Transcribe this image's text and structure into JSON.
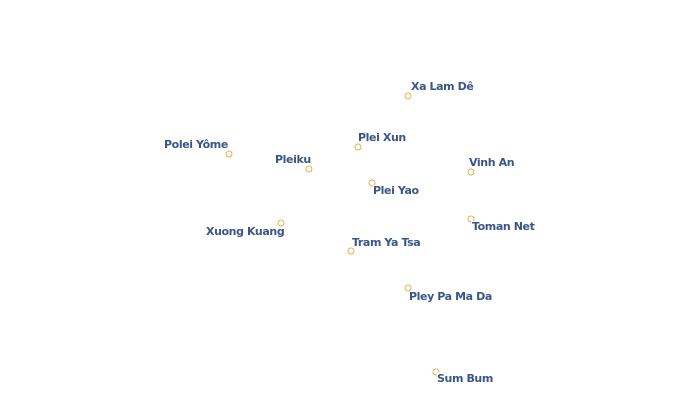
{
  "map": {
    "places": [
      {
        "name": "Xa Lam Dê"
      },
      {
        "name": "Plei Xun"
      },
      {
        "name": "Polei Yôme"
      },
      {
        "name": "Pleiku"
      },
      {
        "name": "Vinh An"
      },
      {
        "name": "Plei Yao"
      },
      {
        "name": "Xuong Kuang"
      },
      {
        "name": "Toman Net"
      },
      {
        "name": "Tram Ya Tsa"
      },
      {
        "name": "Pley Pa Ma Da"
      },
      {
        "name": "Sum Bum"
      }
    ],
    "marker_color": "#e5b04a",
    "label_color": "#3a5688"
  }
}
